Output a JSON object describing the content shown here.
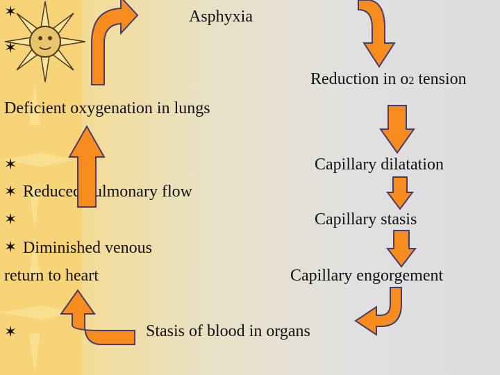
{
  "title": "Asphyxia",
  "labels": {
    "reduction_prefix": "Reduction in ",
    "o2": "o",
    "o2_sub": "2",
    "reduction_suffix": " tension",
    "deficient": "Deficient oxygenation in lungs",
    "capillary_dilatation": "Capillary dilatation",
    "reduced_flow": "Reduced pulmonary flow",
    "capillary_stasis": "Capillary stasis",
    "diminished_venous": "Diminished venous",
    "return_to_heart": "return to heart",
    "capillary_engorgement": "Capillary engorgement",
    "stasis_blood": "Stasis of blood in organs"
  },
  "bullet_glyph": "✶",
  "colors": {
    "arrow_fill": "#f78c1e",
    "arrow_stroke": "#4a3a6a",
    "sidebar": "#f7d477",
    "sun_ray": "#f7e6a0",
    "sun_dark": "#4a3a20"
  },
  "icons": [
    "sun-ornament",
    "up-arrow",
    "down-arrow",
    "curved-arrow"
  ]
}
